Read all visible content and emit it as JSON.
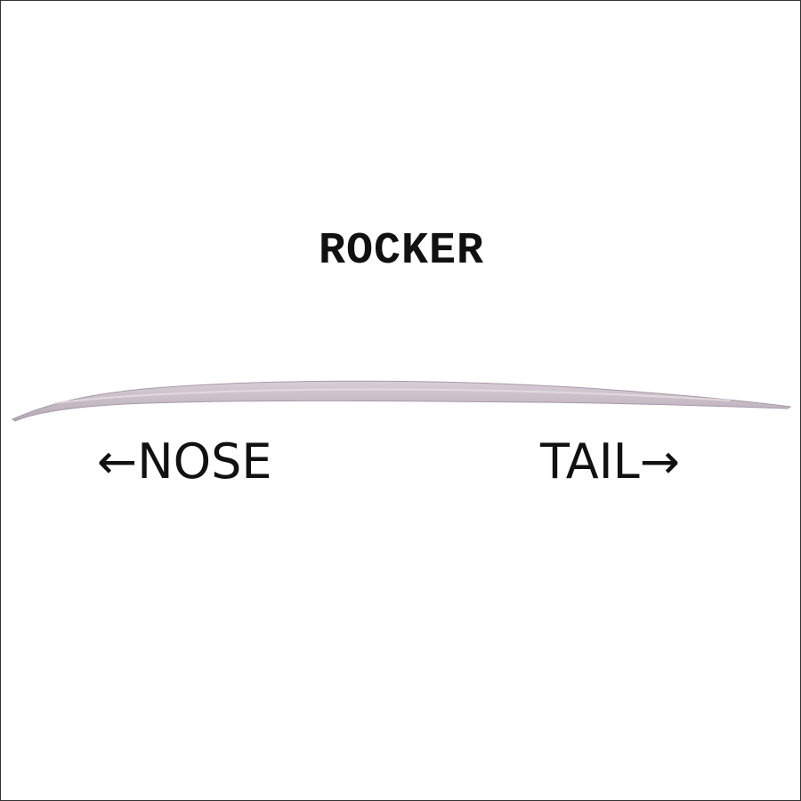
{
  "diagram": {
    "title": "ROCKER",
    "nose": {
      "arrow": "←",
      "label": "NOSE"
    },
    "tail": {
      "label": "TAIL",
      "arrow": "→"
    },
    "colors": {
      "board_fill": "#c9bec8",
      "board_edge": "#a99aa8",
      "text": "#111111",
      "frame": "#333333"
    }
  }
}
